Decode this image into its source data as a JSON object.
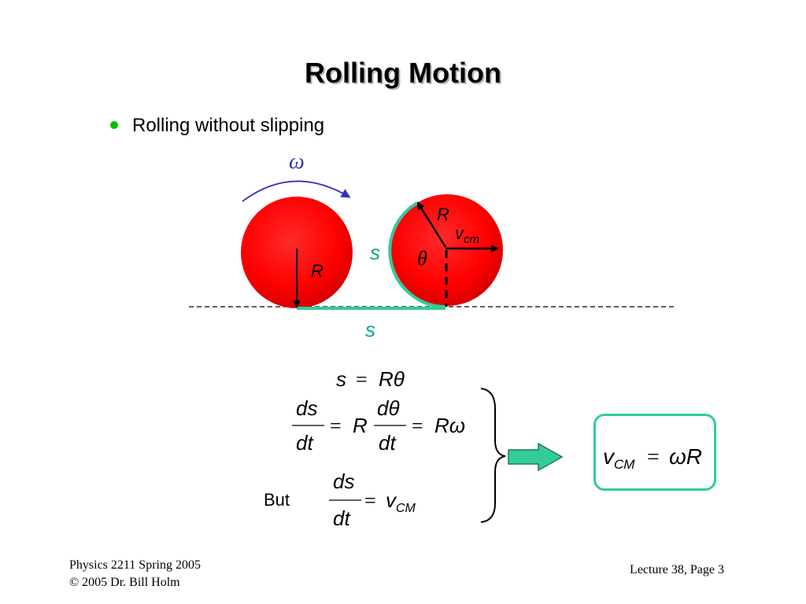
{
  "slide": {
    "title": "Rolling Motion",
    "bullet": "Rolling without slipping"
  },
  "diagram": {
    "omega": "ω",
    "radius_left": "R",
    "radius_right": "R",
    "v_main": "v",
    "v_sub": "cm",
    "theta": "θ",
    "arc_label": "s",
    "ground_label": "s"
  },
  "equations": {
    "eq1_s": "s",
    "eq1_equals": "=",
    "eq1_rhs": "Rθ",
    "eq2_num1": "ds",
    "eq2_den1": "dt",
    "eq2_equals1": "=",
    "eq2_R": "R",
    "eq2_num2": "dθ",
    "eq2_den2": "dt",
    "eq2_equals2": "=",
    "eq2_rhs": "Rω",
    "but_label": "But",
    "eq3_num": "ds",
    "eq3_den": "dt",
    "eq3_equals": "=",
    "eq3_v": "v",
    "eq3_sub": "CM"
  },
  "result": {
    "v": "v",
    "sub": "CM",
    "equals": "=",
    "rhs": "ωR"
  },
  "footer": {
    "course": "Physics 2211 Spring 2005",
    "copyright": "© 2005 Dr. Bill Holm",
    "page": "Lecture 38, Page 3"
  },
  "colors": {
    "ball": "#ff0000",
    "ball_dark": "#cc0000",
    "teal": "#33cc99",
    "label_teal": "#00aa88",
    "omega_arrow": "#3333bb",
    "bullet": "#00c000"
  }
}
